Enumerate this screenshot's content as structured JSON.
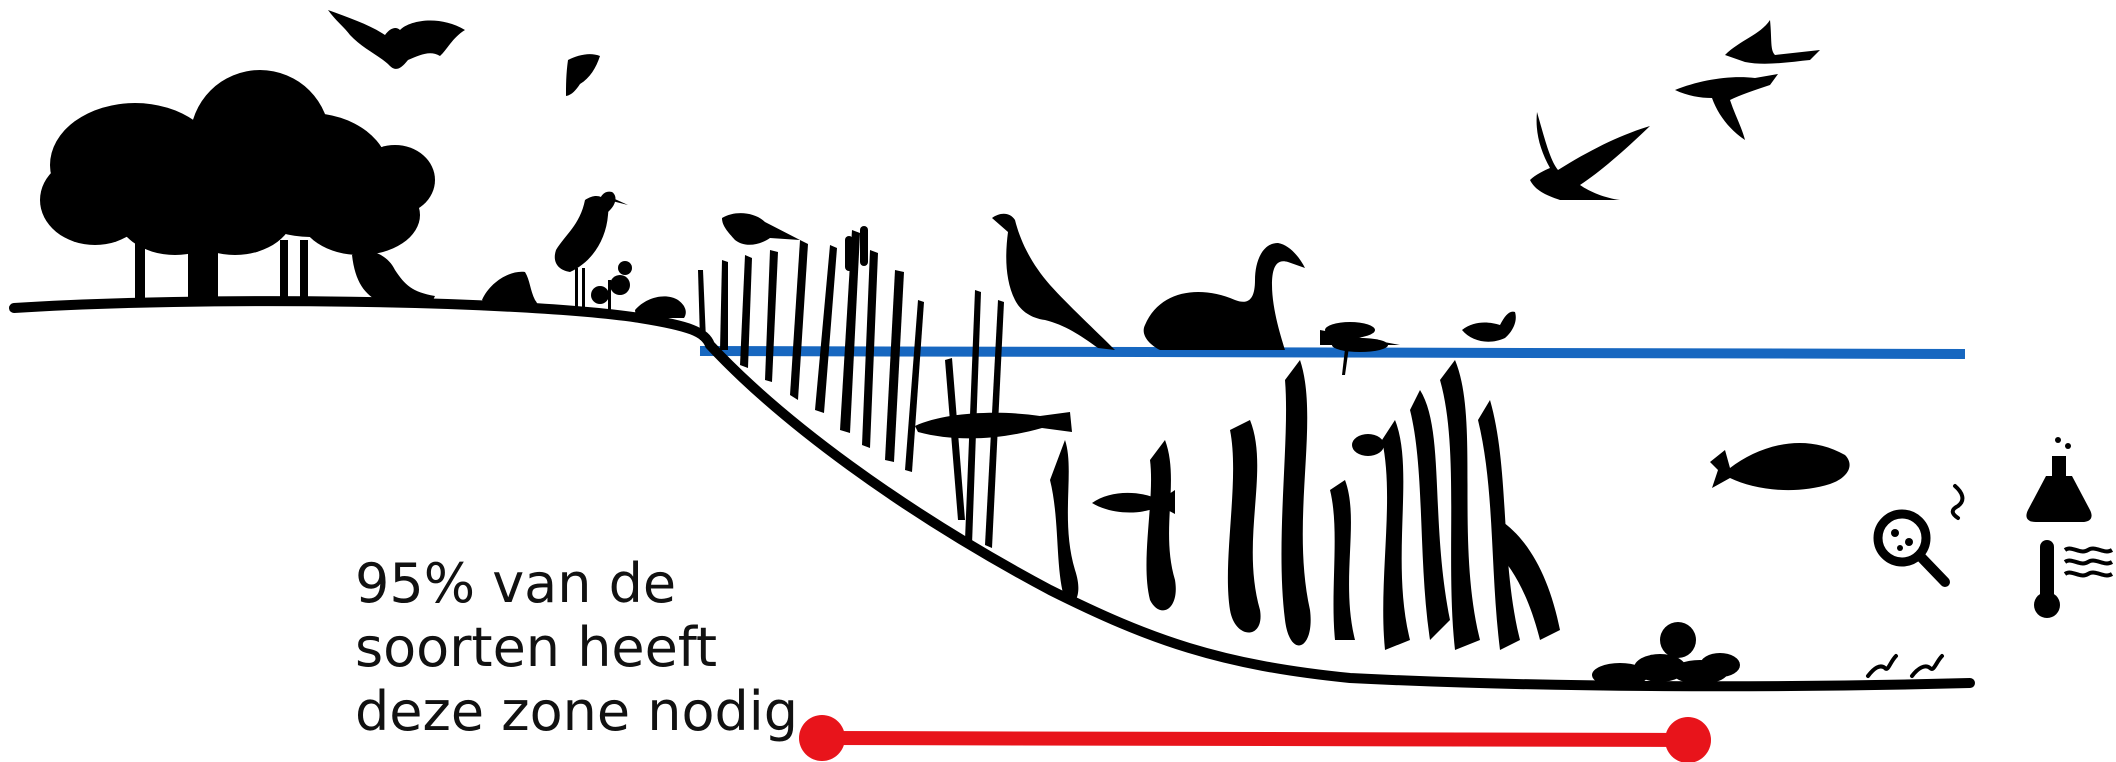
{
  "caption": {
    "line1": "95% van de",
    "line2": "soorten heeft",
    "line3": "deze zone nodig"
  },
  "colors": {
    "ink": "#000000",
    "water_line": "#1767c0",
    "zone_marker": "#e8141b",
    "background": "#ffffff"
  },
  "icons": [
    "tree-icon",
    "bat-icon",
    "moth-icon",
    "beaver-icon",
    "frog-icon",
    "heron-icon",
    "flower-icon",
    "turtle-icon",
    "reed-warbler-icon",
    "reed-icon",
    "cormorant-icon",
    "swan-icon",
    "dragonfly-icon",
    "mayfly-icon",
    "gull-icon",
    "goose-icon",
    "pike-icon",
    "small-fish-icon",
    "carp-icon",
    "water-beetle-icon",
    "water-plant-icon",
    "mussel-icon",
    "worm-icon",
    "magnifier-bacteria-icon",
    "lab-flask-icon",
    "thermometer-water-icon"
  ]
}
